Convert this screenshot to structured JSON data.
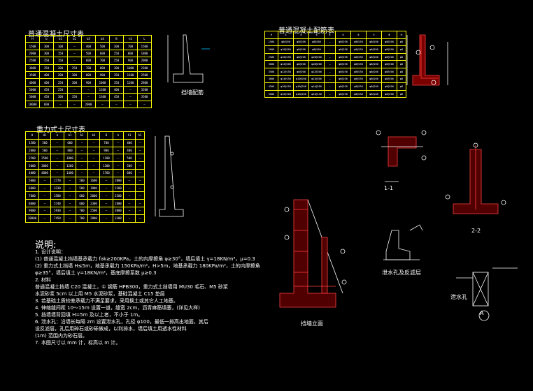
{
  "titles": {
    "table1": "普通混凝土尺寸表",
    "table2": "普通混凝土配筋表",
    "table3": "重力式土尺寸表",
    "cap_a": "挡墙立面",
    "cap_b": "泄水孔及反滤层",
    "cap_c": "挡墙配筋",
    "sec_11": "1-1",
    "sec_22": "2-2",
    "detail_callout": "A",
    "detail_label": "泄水孔"
  },
  "notes": {
    "heading": "说明:",
    "lines": [
      "1. 设计说明：",
      "(1) 普通混凝土挡墙基承载力 fak≥200KPa，土的内摩擦角 φ≥30°，墙后填土 γ=18KN/m³，μ=0.3",
      "(2) 重力式土挡墙 H≤5m，地基承载力 150KPa/m²，H>5m，地基承载力 180KPa/m²，土的内摩擦角",
      "  φ≥35°，墙后填土 γ=18KN/m³，基底摩擦系数 μ≥0.3",
      "2. 材料",
      "  普通混凝土挡墙 C20 混凝土，① 钢筋 HPB300，重力式土挡墙用 MU30 毛石、M5 砂浆",
      "  水泥砂浆 5cm 以上用 M5 水泥砂浆，基础混凝土 C15 垫层",
      "3. 若基础土质较差承载力不满足要求，采用换土或其它人工地基。",
      "4. 伸缩缝间距 10～15m 设置一道，缝宽 2cm，沥青麻筋填塞，(详见大样)",
      "5. 挡墙墙背回填 H=5m 及以上者，不小于 1m。",
      "6. 泄水孔：沿墙长每隔 2m 设置泄水孔，孔径 φ100，最低一排高出地面，其后",
      "  设反滤层，孔后用碎石或砂砾做成，以利排水，墙后填土用透水性材料",
      "  (1m) 范围内为砂石层。",
      "7. 本图尺寸以 mm 计，标高以 m 计。"
    ]
  },
  "table1": {
    "headers": [
      "H",
      "b",
      "b1",
      "b2",
      "b3",
      "b4",
      "B",
      "h1",
      "L"
    ],
    "rows": [
      [
        "1500",
        "300",
        "100",
        "—",
        "400",
        "500",
        "200",
        "700",
        "1500"
      ],
      [
        "2000",
        "300",
        "150",
        "—",
        "500",
        "600",
        "250",
        "800",
        "1800"
      ],
      [
        "2500",
        "350",
        "150",
        "—",
        "600",
        "700",
        "250",
        "900",
        "2000"
      ],
      [
        "3000",
        "350",
        "200",
        "250",
        "700",
        "800",
        "300",
        "1000",
        "2300"
      ],
      [
        "3500",
        "400",
        "200",
        "300",
        "800",
        "900",
        "350",
        "1100",
        "2500"
      ],
      [
        "4000",
        "400",
        "250",
        "300",
        "900",
        "1000",
        "350",
        "1200",
        "2800"
      ],
      [
        "5000",
        "450",
        "250",
        "—",
        "—",
        "1200",
        "400",
        "—",
        "3200"
      ],
      [
        "5000",
        "450",
        "300",
        "350",
        "—",
        "1300",
        "450",
        "—",
        "3500"
      ],
      [
        "10000",
        "600",
        "—",
        "—",
        "2000",
        "—",
        "—",
        "—",
        "—"
      ]
    ]
  },
  "table2": {
    "headers": [
      "H",
      "①",
      "②",
      "③",
      "④",
      "⑤",
      "⑥",
      "⑦",
      "⑧",
      "⑨"
    ],
    "rows": [
      [
        "1500",
        "φ8@200",
        "φ8@200",
        "φ8@200",
        "—",
        "φ8@250",
        "φ8@250",
        "φ8@200",
        "φ8@200",
        "φ8"
      ],
      [
        "2000",
        "φ10@200",
        "φ8@200",
        "φ8@200",
        "—",
        "φ8@250",
        "φ8@250",
        "φ8@200",
        "φ8@200",
        "φ8"
      ],
      [
        "2500",
        "φ10@150",
        "φ8@200",
        "φ10@200",
        "—",
        "φ8@250",
        "φ8@250",
        "φ8@200",
        "φ8@200",
        "φ8"
      ],
      [
        "3000",
        "φ12@200",
        "φ8@200",
        "φ10@200",
        "—",
        "φ8@250",
        "φ8@250",
        "φ8@200",
        "φ8@200",
        "φ8"
      ],
      [
        "3500",
        "φ12@150",
        "φ8@200",
        "φ12@200",
        "—",
        "φ8@250",
        "φ8@250",
        "φ8@200",
        "φ8@200",
        "φ8"
      ],
      [
        "4000",
        "φ14@150",
        "φ10@200",
        "φ12@200",
        "—",
        "φ8@250",
        "φ8@250",
        "φ8@200",
        "φ8@200",
        "φ8"
      ],
      [
        "4500",
        "φ16@150",
        "φ10@200",
        "φ14@200",
        "—",
        "φ8@250",
        "φ8@250",
        "φ8@200",
        "φ8@200",
        "φ8"
      ],
      [
        "5000",
        "φ16@100",
        "φ10@200",
        "φ14@150",
        "—",
        "φ8@250",
        "φ8@250",
        "φ8@200",
        "φ8@200",
        "φ8"
      ]
    ]
  },
  "table3": {
    "headers": [
      "H",
      "H1",
      "b",
      "b1",
      "b2",
      "b3",
      "B",
      "h",
      "h1",
      "h2"
    ],
    "rows": [
      [
        "1500",
        "500",
        "—",
        "600",
        "—",
        "—",
        "700",
        "—",
        "400",
        "—"
      ],
      [
        "2000",
        "500",
        "—",
        "800",
        "—",
        "—",
        "900",
        "—",
        "400",
        "—"
      ],
      [
        "2500",
        "2500",
        "—",
        "1000",
        "—",
        "—",
        "1100",
        "—",
        "500",
        "—"
      ],
      [
        "3000",
        "3000",
        "—",
        "1200",
        "—",
        "—",
        "1300",
        "—",
        "500",
        "—"
      ],
      [
        "4000",
        "4000",
        "—",
        "1400",
        "—",
        "—",
        "1760",
        "—",
        "600",
        "—"
      ],
      [
        "5000",
        "—",
        "2770",
        "—",
        "500",
        "1600",
        "—",
        "2000",
        "—",
        "—"
      ],
      [
        "6000",
        "—",
        "3230",
        "—",
        "500",
        "1800",
        "—",
        "2300",
        "—",
        "—"
      ],
      [
        "7000",
        "—",
        "3580",
        "—",
        "600",
        "2000",
        "—",
        "2500",
        "—",
        "—"
      ],
      [
        "8000",
        "—",
        "5740",
        "—",
        "600",
        "2300",
        "—",
        "2800",
        "—",
        "—"
      ],
      [
        "9000",
        "—",
        "5930",
        "—",
        "700",
        "2500",
        "—",
        "3000",
        "—",
        "—"
      ],
      [
        "10000",
        "—",
        "7450",
        "—",
        "700",
        "2800",
        "—",
        "3300",
        "—",
        "—"
      ]
    ]
  },
  "colors": {
    "background": "#000000",
    "table_border": "#ffff00",
    "text": "#ffffff",
    "concrete": "#c00000",
    "rebar": "#ff3333",
    "outline": "#ffffff",
    "leader": "#00c0ff"
  }
}
